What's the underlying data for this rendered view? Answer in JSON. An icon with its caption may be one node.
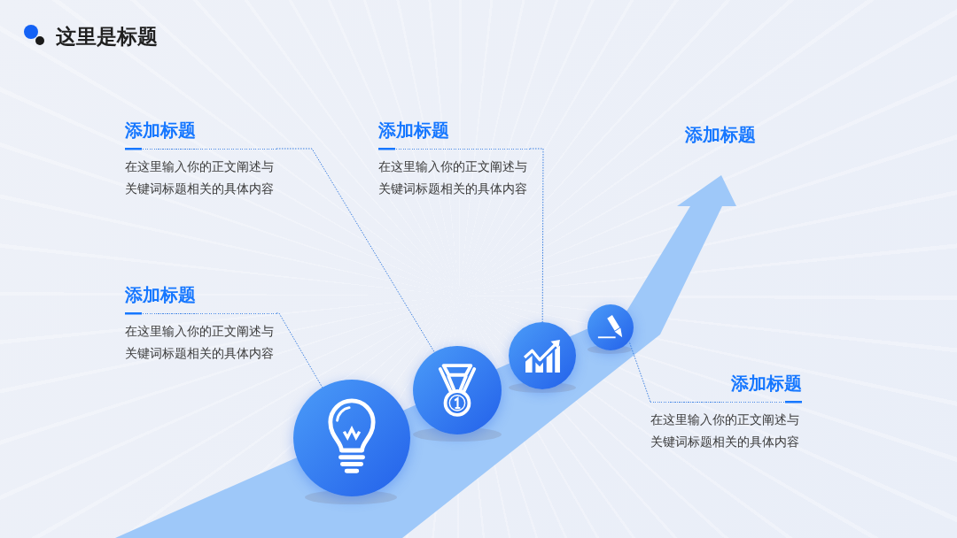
{
  "diagram": {
    "title": "这里是标题",
    "nodes": [
      {
        "text": [
          "添加标题",
          "在这里输入你的正文阐述与关键词标题相关的具体内容"
        ]
      },
      {
        "text": [
          "添加标题",
          "在这里输入你的正文阐述与关键词标题相关的具体内容"
        ]
      },
      {
        "text": [
          "添加标题",
          "在这里输入你的正文阐述与关键词标题相关的具体内容"
        ]
      },
      {
        "text": [
          "添加标题",
          "在这里输入你的正文阐述与关键词标题相关的具体内容"
        ]
      },
      {
        "text": [],
        "shape": "circle"
      },
      {
        "text": [],
        "shape": "circle"
      },
      {
        "text": [],
        "shape": "circle"
      },
      {
        "text": [],
        "shape": "circle"
      }
    ],
    "edges": [
      {
        "from": 0,
        "to": 5,
        "arrow": "none",
        "style": "dashed"
      },
      {
        "from": 1,
        "to": 6,
        "arrow": "none",
        "style": "dashed"
      },
      {
        "from": 2,
        "to": 4,
        "arrow": "none",
        "style": "dashed"
      },
      {
        "from": 3,
        "to": 7,
        "arrow": "none",
        "style": "dashed"
      }
    ],
    "labels": [
      "添加标题"
    ]
  }
}
